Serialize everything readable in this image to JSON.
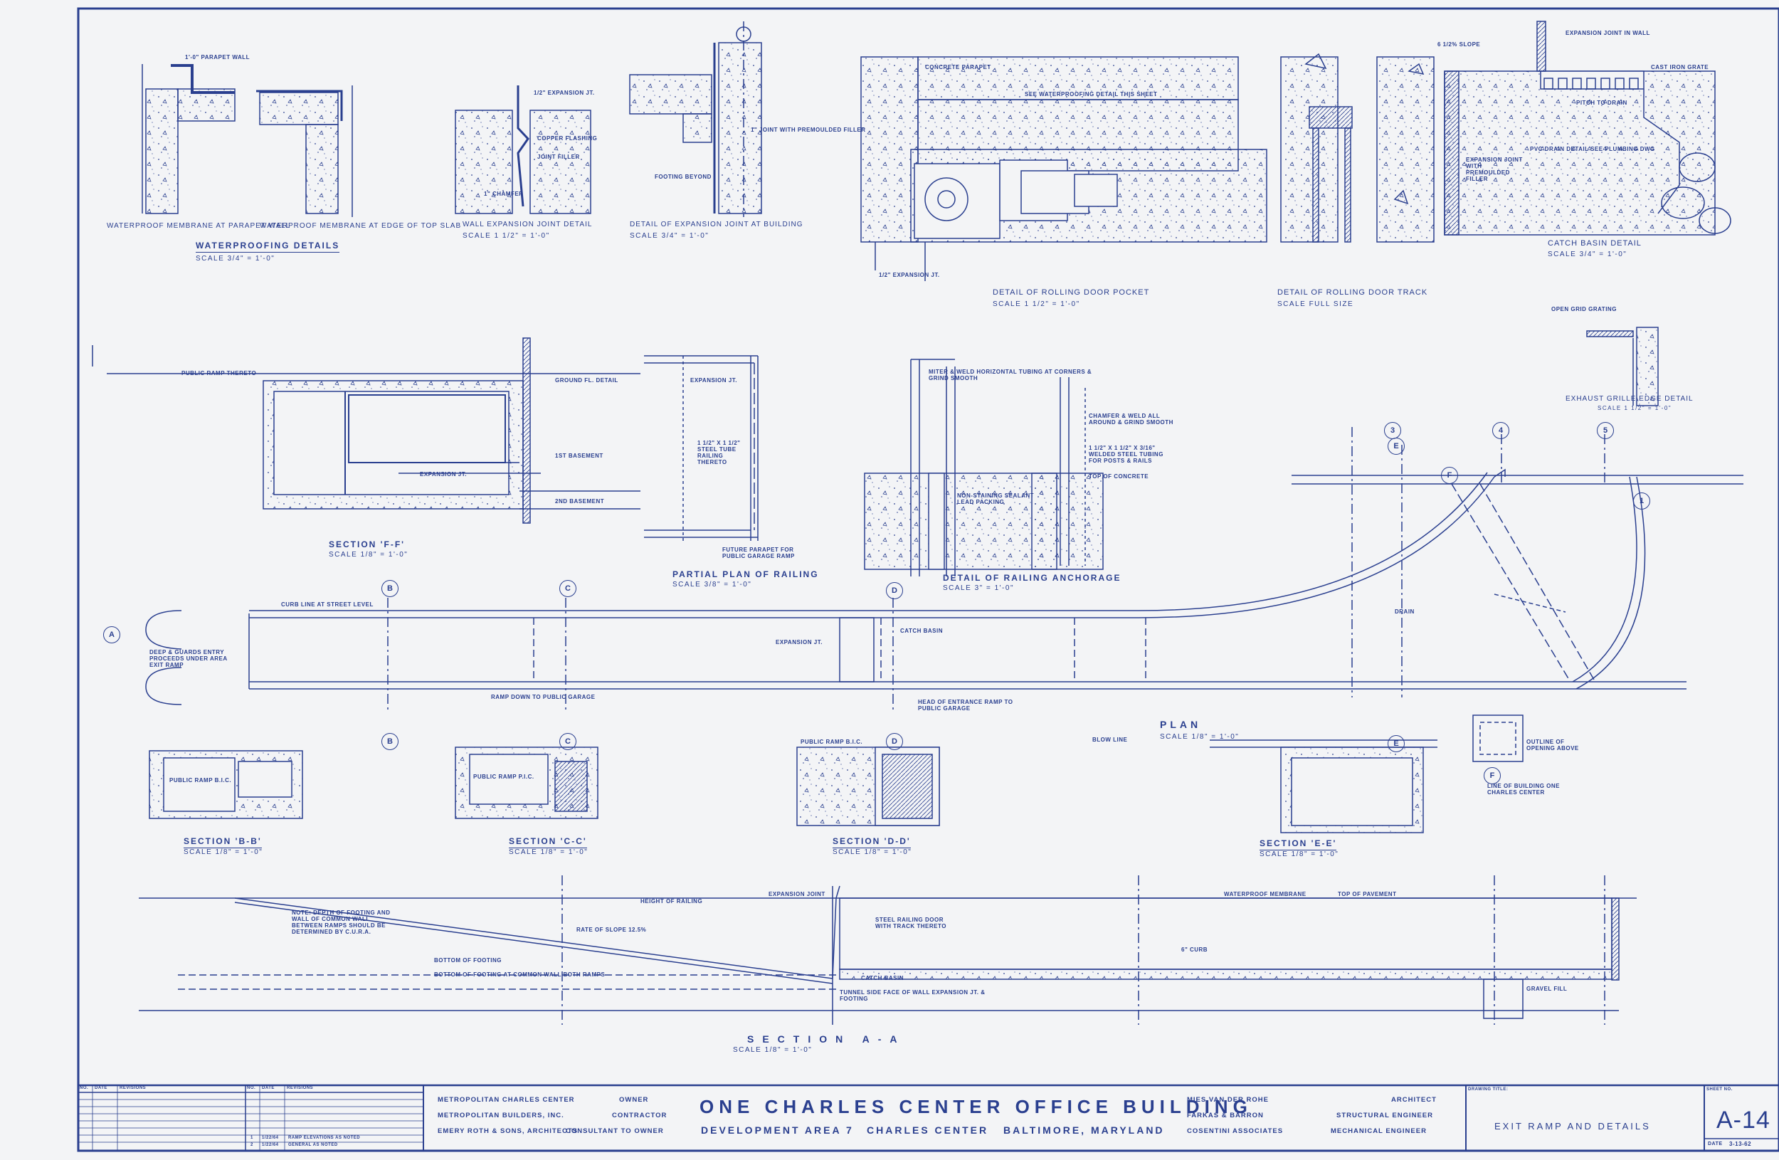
{
  "details_top": {
    "waterproof_parapet": "WATERPROOF MEMBRANE AT PARAPET WALL",
    "waterproof_edge": "WATERPROOF MEMBRANE AT EDGE OF TOP SLAB",
    "waterproofing_title": "WATERPROOFING DETAILS",
    "waterproofing_scale": "SCALE 3/4\" = 1'-0\"",
    "parapet_note": "1'-0\" PARAPET WALL",
    "wall_joint_title": "WALL EXPANSION JOINT DETAIL",
    "wall_joint_scale": "SCALE 1 1/2\" = 1'-0\"",
    "wall_joint_note1": "1/2\" EXPANSION JT.",
    "wall_joint_note2": "COPPER FLASHING",
    "wall_joint_note3": "JOINT FILLER",
    "wall_joint_note4": "1\" CHAMFER",
    "exp_building_title": "DETAIL OF EXPANSION JOINT AT BUILDING",
    "exp_building_scale": "SCALE 3/4\" = 1'-0\"",
    "exp_building_note1": "1\" JOINT WITH PREMOULDED FILLER",
    "exp_building_note2": "FOOTING BEYOND",
    "rolling_pocket_title": "DETAIL OF ROLLING DOOR POCKET",
    "rolling_pocket_scale": "SCALE 1 1/2\" = 1'-0\"",
    "rolling_pocket_note1": "CONCRETE PARAPET",
    "rolling_pocket_note2": "SEE WATERPROOFING DETAIL THIS SHEET",
    "rolling_pocket_note3": "1/2\" EXPANSION JT.",
    "rolling_track_title": "DETAIL OF ROLLING DOOR TRACK",
    "rolling_track_scale": "SCALE FULL SIZE",
    "catch_basin_title": "CATCH BASIN DETAIL",
    "catch_basin_scale": "SCALE 3/4\" = 1'-0\"",
    "catch_basin_note1": "EXPANSION JOINT IN WALL",
    "catch_basin_note2": "PITCH TO DRAIN",
    "catch_basin_note3": "PVC DRAIN DETAIL SEE PLUMBING DWG",
    "catch_basin_note4": "EXPANSION JOINT WITH PREMOULDED FILLER",
    "catch_basin_note5": "CAST IRON GRATE",
    "catch_basin_note6": "6 1/2% SLOPE"
  },
  "details_mid": {
    "section_ff_title": "SECTION 'F-F'",
    "section_ff_scale": "SCALE 1/8\" = 1'-0\"",
    "ff_note1": "PUBLIC RAMP THERETO",
    "ff_note2": "GROUND FL. DETAIL",
    "ff_note3": "EXPANSION JT.",
    "ff_note4": "1ST BASEMENT",
    "ff_note5": "2ND BASEMENT",
    "partial_plan_title": "PARTIAL PLAN OF RAILING",
    "partial_plan_scale": "SCALE 3/8\" = 1'-0\"",
    "pp_note1": "EXPANSION JT.",
    "pp_note2": "1 1/2\" x 1 1/2\" STEEL TUBE RAILING THERETO",
    "pp_note3": "FUTURE PARAPET FOR PUBLIC GARAGE RAMP",
    "anchorage_title": "DETAIL OF RAILING ANCHORAGE",
    "anchorage_scale": "SCALE 3\" = 1'-0\"",
    "anc_note1": "MITER & WELD HORIZONTAL TUBING AT CORNERS & GRIND SMOOTH",
    "anc_note2": "NON-STAINING SEALANT LEAD PACKING",
    "anc_note3": "1 1/2\" x 1 1/2\" x 3/16\" WELDED STEEL TUBING FOR POSTS & RAILS",
    "anc_note4": "TOP OF CONCRETE",
    "anc_note5": "CHAMFER & WELD ALL AROUND & GRIND SMOOTH",
    "exhaust_title": "EXHAUST GRILLE EDGE DETAIL",
    "exhaust_scale": "SCALE 1 1/2\" = 1'-0\"",
    "exhaust_note1": "OPEN GRID GRATING"
  },
  "plan": {
    "title": "PLAN",
    "scale": "SCALE 1/8\" = 1'-0\"",
    "note_curb": "CURB LINE AT STREET LEVEL",
    "note_ramp_down": "RAMP DOWN TO PUBLIC GARAGE",
    "note_entrance": "HEAD OF ENTRANCE RAMP TO PUBLIC GARAGE",
    "note_catch": "CATCH BASIN",
    "note_expansion": "EXPANSION JT.",
    "note_drain": "DRAIN",
    "note_outline": "OUTLINE OF OPENING ABOVE",
    "note_building": "LINE OF BUILDING ONE CHARLES CENTER",
    "note_deep": "DEEP & GUARDS ENTRY PROCEEDS UNDER AREA EXIT RAMP",
    "grid_a": "A",
    "grid_b": "B",
    "grid_c": "C",
    "grid_d": "D",
    "grid_e": "E",
    "grid_f": "F",
    "grid_1": "1",
    "grid_3": "3",
    "grid_4": "4",
    "grid_5": "5"
  },
  "sections_small": {
    "bb_title": "SECTION 'B-B'",
    "bb_scale": "SCALE 1/8\" = 1'-0\"",
    "cc_title": "SECTION 'C-C'",
    "cc_scale": "SCALE 1/8\" = 1'-0\"",
    "dd_title": "SECTION 'D-D'",
    "dd_scale": "SCALE 1/8\" = 1'-0\"",
    "ee_title": "SECTION 'E-E'",
    "ee_scale": "SCALE 1/8\" = 1'-0\"",
    "bb_note": "PUBLIC RAMP B.I.C.",
    "cc_note": "PUBLIC RAMP P.I.C.",
    "dd_note": "PUBLIC RAMP B.I.C.",
    "ee_note": "BLOW LINE"
  },
  "section_aa": {
    "title": "SECTION A-A",
    "scale": "SCALE 1/8\" = 1'-0\"",
    "note1": "NOTE: DEPTH OF FOOTING AND WALL OF COMMON WALL BETWEEN RAMPS SHOULD BE DETERMINED BY C.U.R.A.",
    "note2": "RATE OF SLOPE 12.5%",
    "note3": "BOTTOM OF FOOTING",
    "note4": "BOTTOM OF FOOTING AT COMMON WALL BOTH RAMPS",
    "note5": "EXPANSION JOINT",
    "note6": "WATERPROOF MEMBRANE",
    "note7": "TOP OF PAVEMENT",
    "note8": "6\" CURB",
    "note9": "CATCH BASIN",
    "note10": "STEEL RAILING DOOR WITH TRACK THERETO",
    "note11": "HEIGHT OF RAILING",
    "note12": "GRAVEL FILL",
    "note13": "TUNNEL SIDE FACE OF WALL EXPANSION JT. & FOOTING"
  },
  "title_block": {
    "col_no": "NO.",
    "col_date": "DATE",
    "col_revisions": "REVISIONS",
    "rev1_no": "1",
    "rev1_date": "1/22/64",
    "rev1_text": "RAMP ELEVATIONS AS NOTED",
    "rev2_no": "2",
    "rev2_date": "1/22/64",
    "rev2_text": "GENERAL AS NOTED",
    "party1_name": "METROPOLITAN CHARLES CENTER",
    "party1_role": "OWNER",
    "party2_name": "METROPOLITAN BUILDERS, INC.",
    "party2_role": "CONTRACTOR",
    "party3_name": "EMERY ROTH & SONS, ARCHITECTS",
    "party3_role": "CONSULTANT TO OWNER",
    "project_title": "ONE CHARLES CENTER OFFICE BUILDING",
    "project_sub1": "DEVELOPMENT AREA 7",
    "project_sub2": "CHARLES CENTER",
    "project_sub3": "BALTIMORE, MARYLAND",
    "arch1_name": "MIES VAN DER ROHE",
    "arch1_role": "ARCHITECT",
    "arch2_name": "FARKAS & BARRON",
    "arch2_role": "STRUCTURAL ENGINEER",
    "arch3_name": "COSENTINI ASSOCIATES",
    "arch3_role": "MECHANICAL ENGINEER",
    "drawing_title_label": "DRAWING TITLE:",
    "drawing_title": "EXIT RAMP AND DETAILS",
    "sheet_no_label": "SHEET NO.",
    "sheet_no": "A-14",
    "date_label": "DATE",
    "date_value": "3-13-62"
  },
  "colors": {
    "ink": "#2a3f8f",
    "paper": "#f3f4f6"
  }
}
